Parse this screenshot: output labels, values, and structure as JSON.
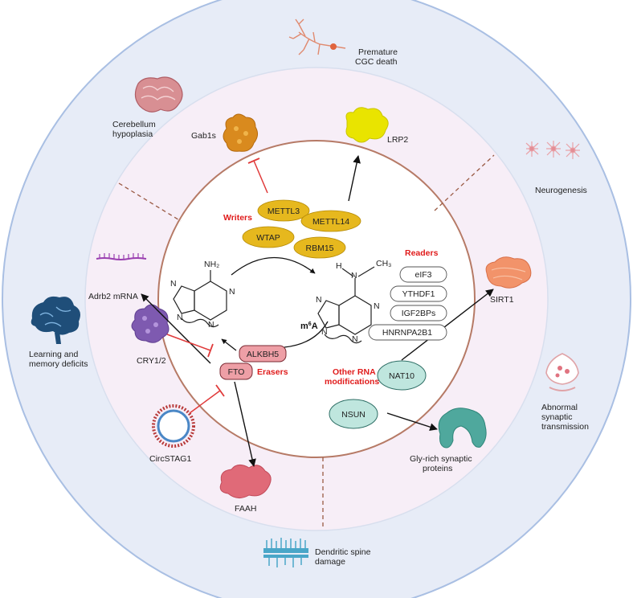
{
  "outer_labels": {
    "premature": [
      "Premature",
      "CGC death"
    ],
    "cerebellum": [
      "Cerebellum",
      "hypoplasia"
    ],
    "neurogenesis": "Neurogenesis",
    "learning": [
      "Learning and",
      "memory deficits"
    ],
    "synaptic": [
      "Abnormal",
      "synaptic",
      "transmission"
    ],
    "dendritic": [
      "Dendritic spine",
      "damage"
    ]
  },
  "middle_labels": {
    "gab1s": "Gab1s",
    "lrp2": "LRP2",
    "adrb2": "Adrb2 mRNA",
    "sirt1": "SIRT1",
    "cry": "CRY1/2",
    "circstag": "CircSTAG1",
    "faah": "FAAH",
    "gly": [
      "Gly-rich synaptic",
      "proteins"
    ]
  },
  "inner": {
    "writers_title": "Writers",
    "writers": [
      "METTL3",
      "METTL14",
      "WTAP",
      "RBM15"
    ],
    "readers_title": "Readers",
    "readers": [
      "eIF3",
      "YTHDF1",
      "IGF2BPs",
      "HNRNPA2B1"
    ],
    "erasers_title": "Erasers",
    "erasers": [
      "ALKBH5",
      "FTO"
    ],
    "other_title": [
      "Other RNA",
      "modifications"
    ],
    "others": [
      "NAT10",
      "NSUN"
    ],
    "nh2": "NH₂",
    "m6a_base": "m",
    "m6a_sup": "6",
    "m6a_end": "A",
    "ch3": "CH₃",
    "atom_n": "N",
    "atom_h": "H"
  },
  "colors": {
    "outer_fill": "#e7ecf7",
    "outer_stroke": "#a9bfe3",
    "middle_fill": "#f7eef7",
    "inner_stroke": "#b67a66",
    "writer_fill": "#e6b81e",
    "eraser_fill": "#ee9fa6",
    "other_fill": "#bfe6de",
    "inhibit": "#e03a3a"
  }
}
